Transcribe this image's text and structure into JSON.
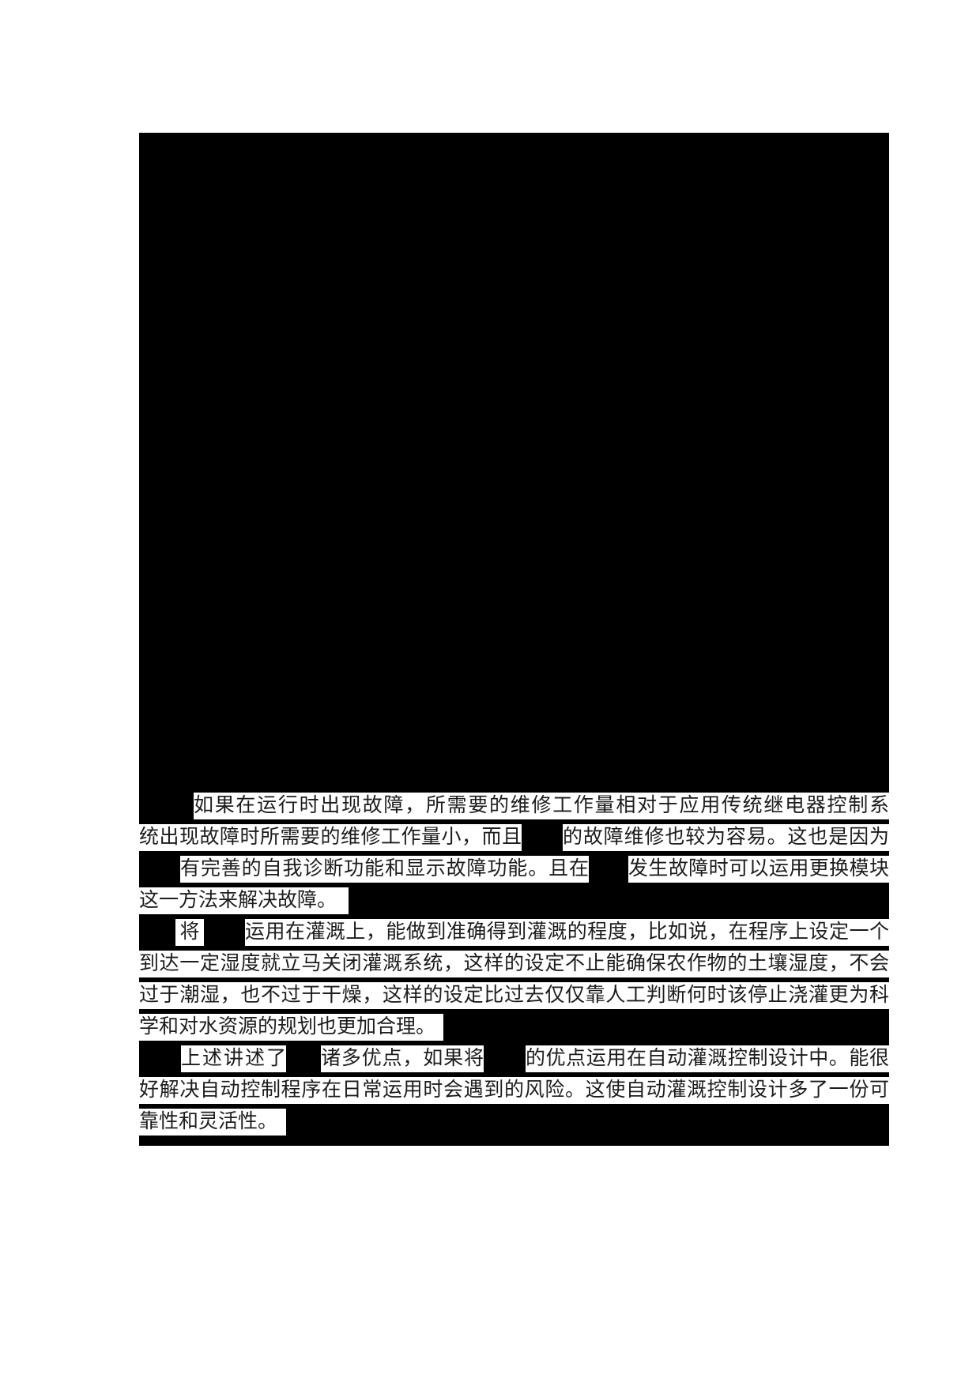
{
  "colors": {
    "page_background": "#ffffff",
    "redaction_fill": "#000000",
    "highlight_strip": "#ffffff",
    "text": "#1c1c1c"
  },
  "document": {
    "lines": [
      {
        "segments": [
          {
            "text": "如果在运行时出现故障，所需要的维修工作量相对于应用传统继电器控制系"
          }
        ]
      },
      {
        "segments": [
          {
            "text": "统出现故障时所需要的维修工作量小，而且"
          },
          {
            "text": "的故障维修也较为容易。这也是因为"
          }
        ]
      },
      {
        "segments": [
          {
            "text": "有完善的自我诊断功能和显示故障功能。且在"
          },
          {
            "text": "发生故障时可以运用更换模块"
          }
        ]
      },
      {
        "segments": [
          {
            "text": "这一方法来解决故障。"
          }
        ]
      },
      {
        "segments": [
          {
            "text": "将"
          },
          {
            "text": "运用在灌溉上，能做到准确得到灌溉的程度，比如说，在程序上设定一个"
          }
        ]
      },
      {
        "segments": [
          {
            "text": "到达一定湿度就立马关闭灌溉系统，这样的设定不止能确保农作物的土壤湿度，不会"
          }
        ]
      },
      {
        "segments": [
          {
            "text": "过于潮湿，也不过于干燥，这样的设定比过去仅仅靠人工判断何时该停止浇灌更为科"
          }
        ]
      },
      {
        "segments": [
          {
            "text": "学和对水资源的规划也更加合理。"
          }
        ]
      },
      {
        "segments": [
          {
            "text": "上述讲述了"
          },
          {
            "text": "诸多优点，如果将"
          },
          {
            "text": "的优点运用在自动灌溉控制设计中。能很"
          }
        ]
      },
      {
        "segments": [
          {
            "text": "好解决自动控制程序在日常运用时会遇到的风险。这使自动灌溉控制设计多了一份可"
          }
        ]
      },
      {
        "segments": [
          {
            "text": "靠性和灵活性。"
          }
        ]
      }
    ]
  }
}
